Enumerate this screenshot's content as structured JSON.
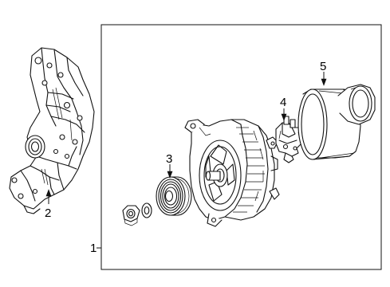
{
  "callouts": {
    "assembly": "1",
    "bracket": "2",
    "pulley": "3",
    "regulator": "4",
    "cover": "5"
  }
}
